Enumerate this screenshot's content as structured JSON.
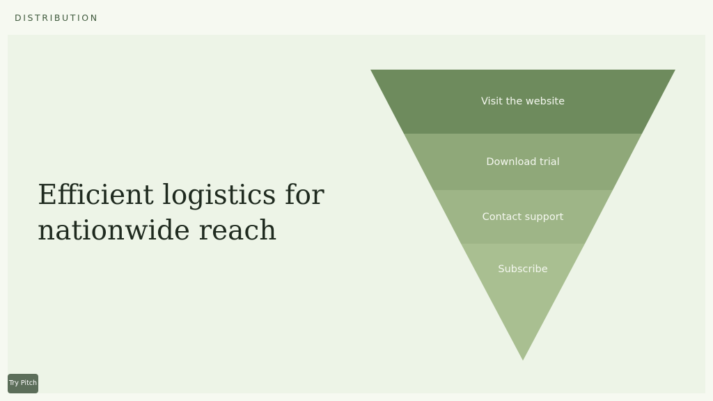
{
  "header": {
    "section_label": "DISTRIBUTION"
  },
  "slide": {
    "headline": "Efficient logistics for nationwide reach",
    "funnel": {
      "stages": [
        {
          "label": "Visit the website",
          "color": "#6e8b5d"
        },
        {
          "label": "Download trial",
          "color": "#8fa879"
        },
        {
          "label": "Contact support",
          "color": "#9eb587"
        },
        {
          "label": "Subscribe",
          "color": "#a9bf91"
        }
      ]
    }
  },
  "footer": {
    "try_pitch_label": "Try Pitch"
  },
  "colors": {
    "background": "#f6f9f1",
    "slide_background": "#edf4e7",
    "headline_text": "#1f2a1f",
    "label_text": "#3f5a3d"
  }
}
